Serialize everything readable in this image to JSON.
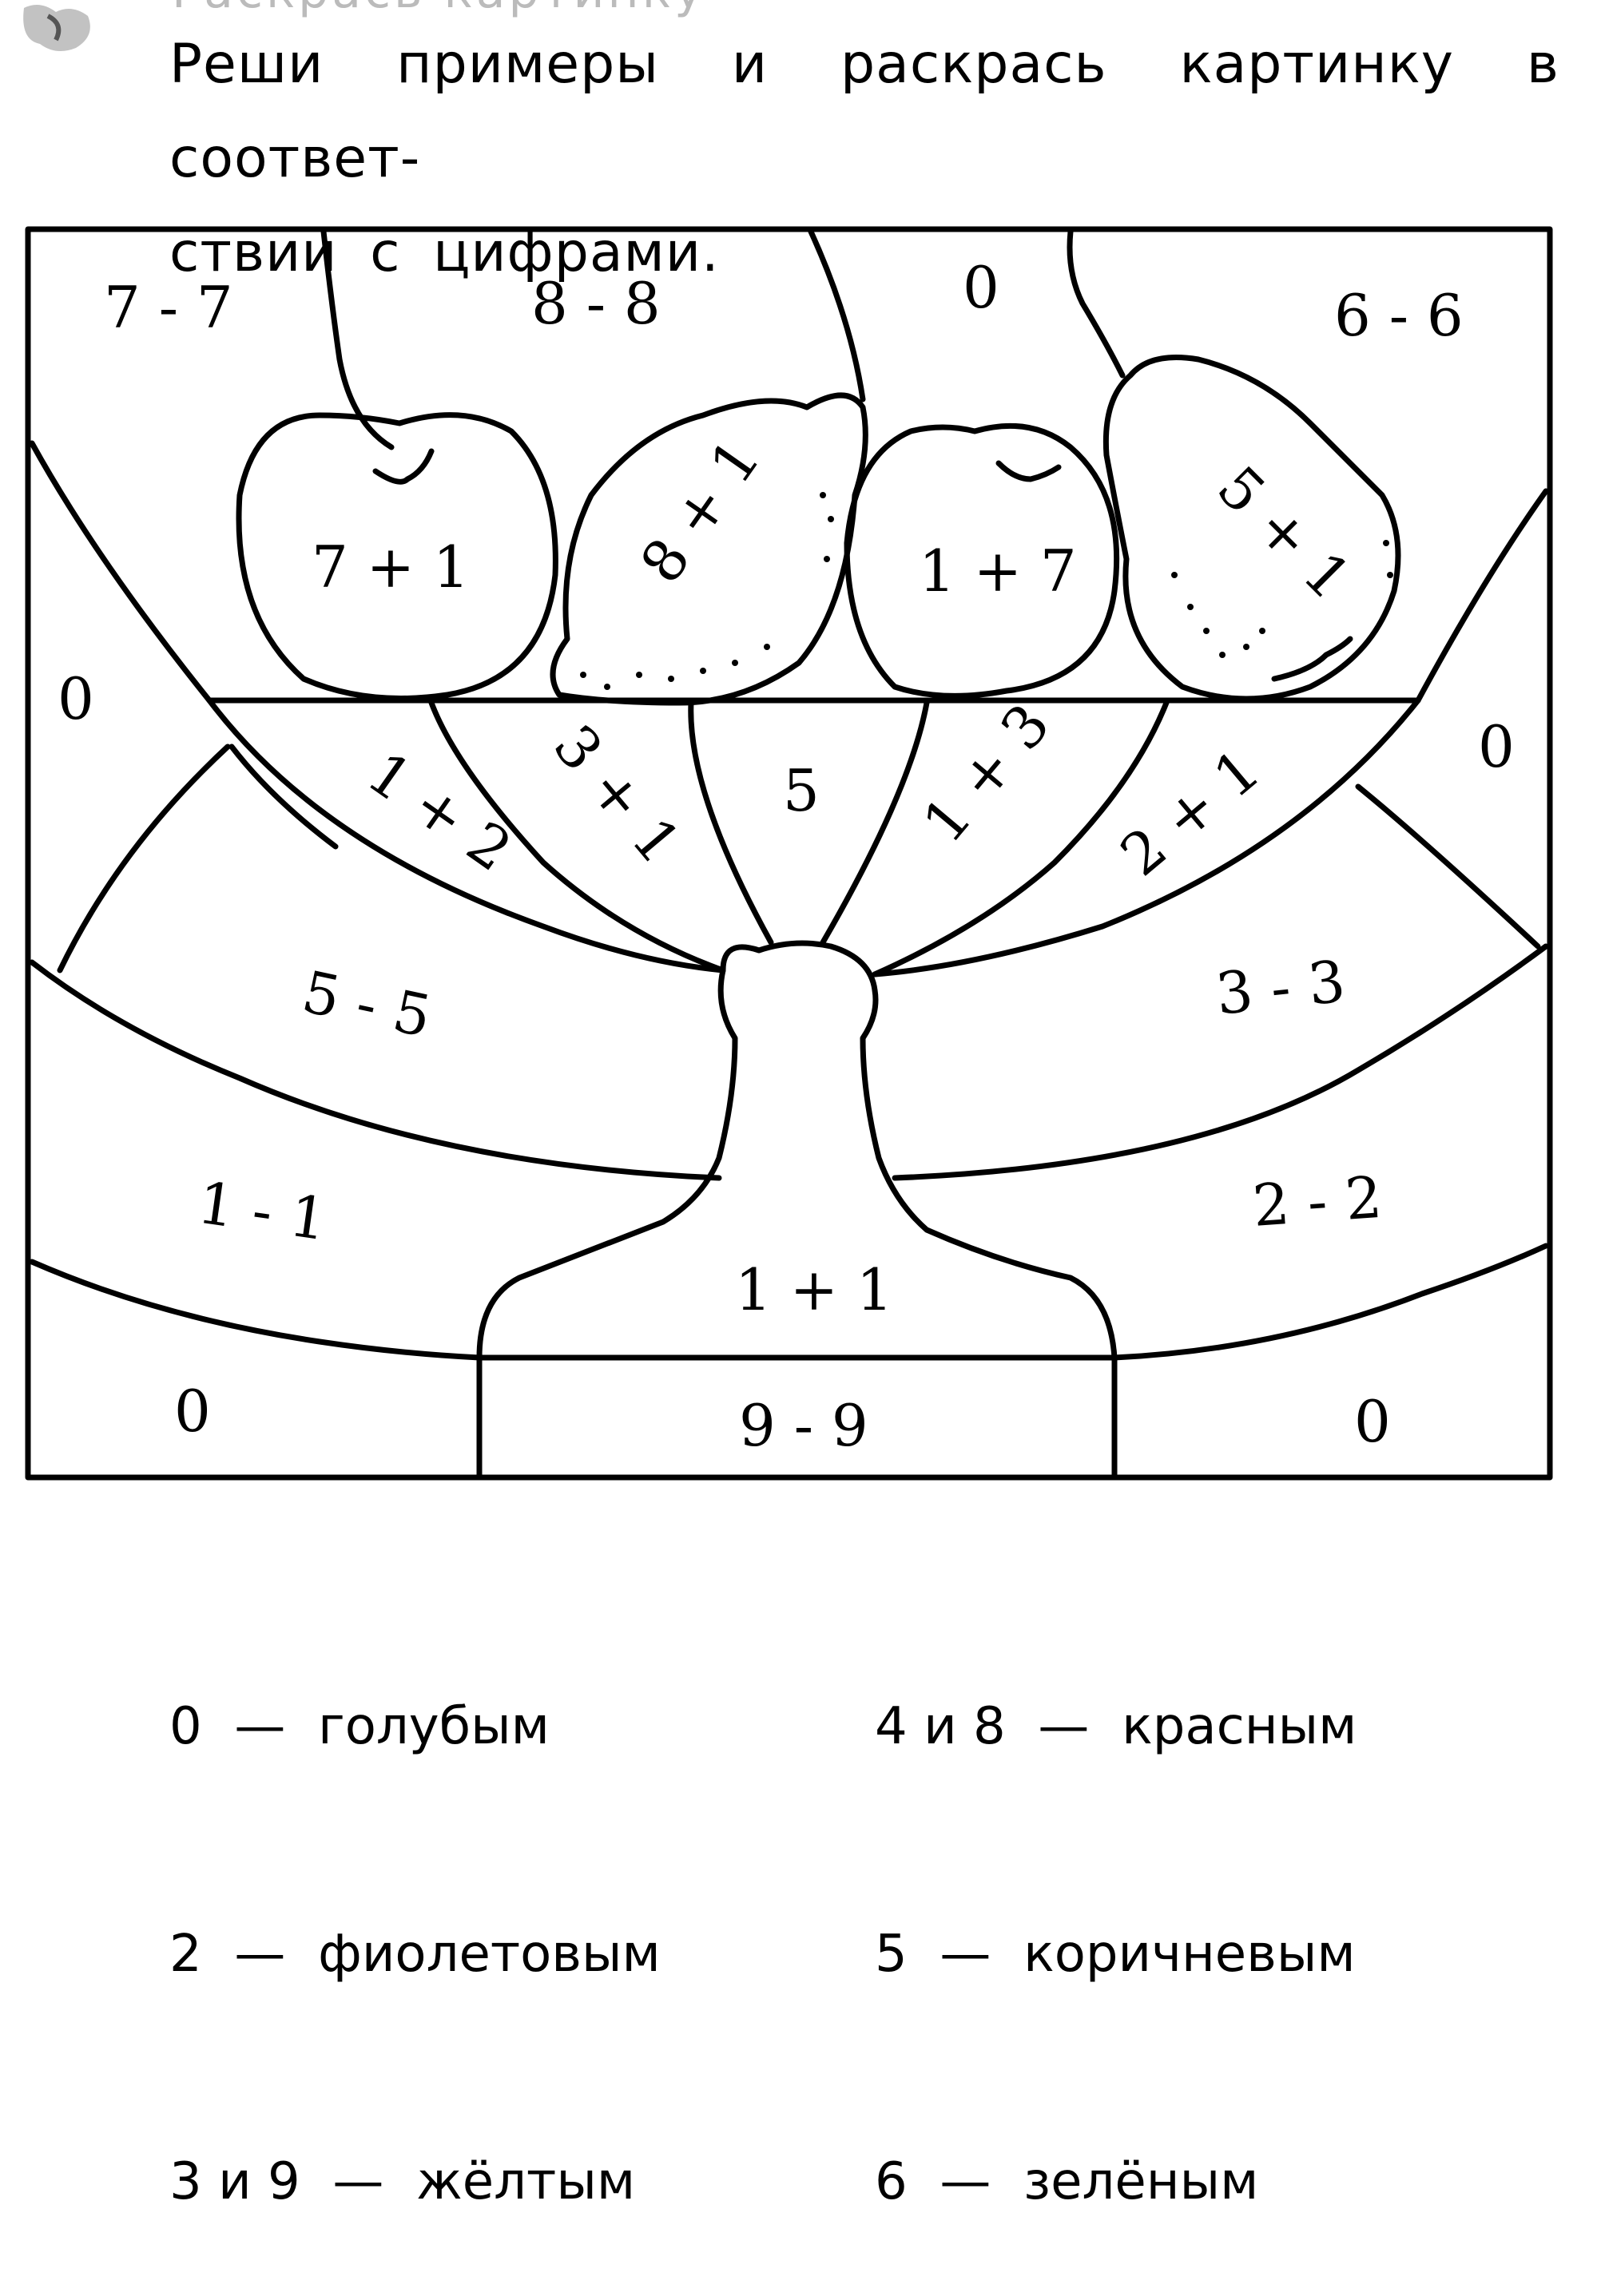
{
  "header": {
    "title_cropped": "Раскрась картинку",
    "instruction_line1": "Реши примеры и раскрась картинку в соответ-",
    "instruction_line2": "ствии с цифрами."
  },
  "picture": {
    "labels": {
      "top_left": "7 - 7",
      "top_mid_left": "8 - 8",
      "top_mid_right": "0",
      "top_right": "6 - 6",
      "apple_left": "7 + 1",
      "lemon": "8 + 1",
      "apple_right": "1 + 7",
      "pear": "5 + 1",
      "side_left": "0",
      "side_right": "0",
      "petal_1": "1 + 2",
      "petal_2": "3 + 1",
      "petal_3": "5",
      "petal_4": "1 + 3",
      "petal_5": "2 + 1",
      "band1_left": "5 - 5",
      "band1_right": "3 - 3",
      "band2_left": "1 - 1",
      "band2_right": "2 - 2",
      "stem": "1 + 1",
      "bottom_left": "0",
      "bottom_center": "9 - 9",
      "bottom_right": "0"
    }
  },
  "legend": {
    "left": [
      {
        "key": "0",
        "dash": "—",
        "color_word": "голубым"
      },
      {
        "key": "2",
        "dash": "—",
        "color_word": "фиолетовым"
      },
      {
        "key": "3 и 9",
        "dash": "—",
        "color_word": "жёлтым"
      }
    ],
    "right": [
      {
        "key": "4 и 8",
        "dash": "—",
        "color_word": "красным"
      },
      {
        "key": "5",
        "dash": "—",
        "color_word": "коричневым"
      },
      {
        "key": "6",
        "dash": "—",
        "color_word": "зелёным"
      }
    ]
  }
}
